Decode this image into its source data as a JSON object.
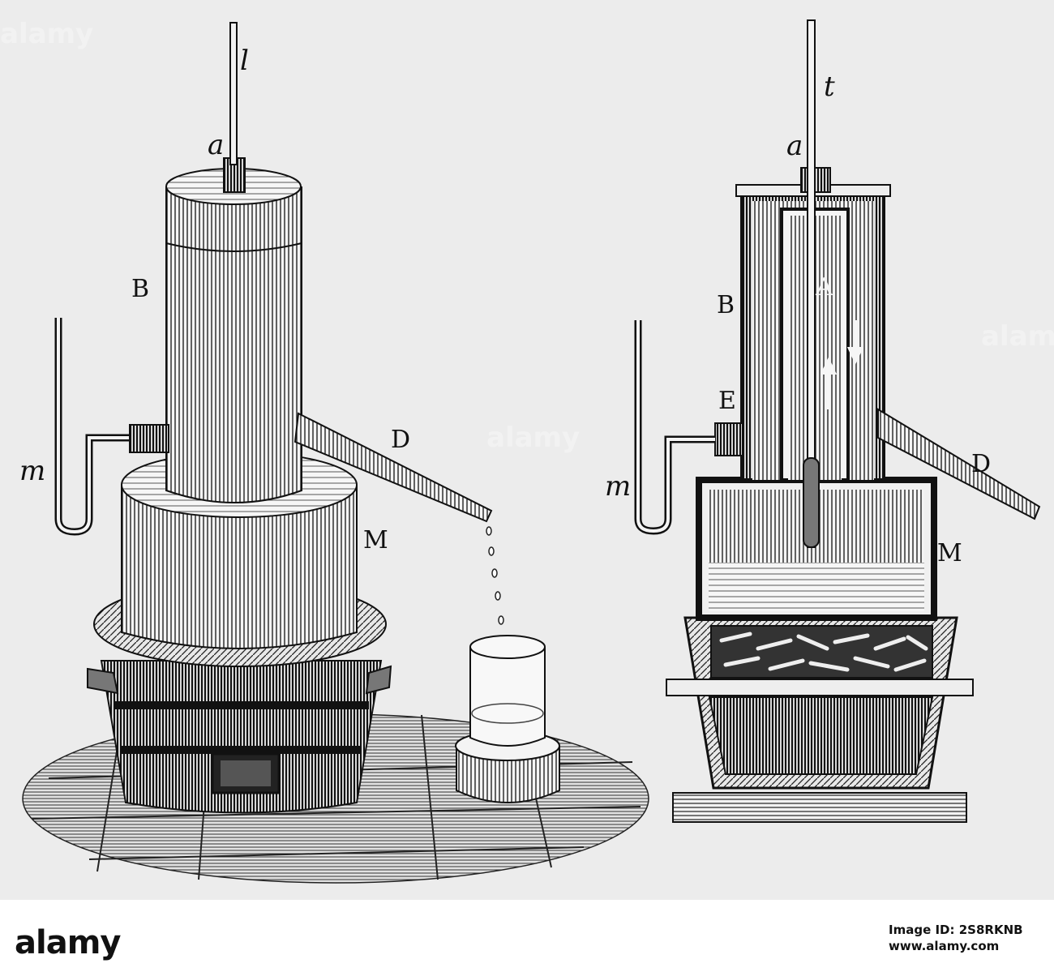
{
  "labels": {
    "left": {
      "l": "l",
      "a": "a",
      "B": "B",
      "D": "D",
      "M": "M",
      "m": "m"
    },
    "right": {
      "t": "t",
      "a": "a",
      "A": "A",
      "B": "B",
      "E": "E",
      "D": "D",
      "M": "M",
      "m": "m"
    }
  },
  "footer": {
    "brand": "alamy",
    "image_id_label": "Image ID: 2S8RKNB",
    "site": "www.alamy.com"
  },
  "watermark": "alamy",
  "colors": {
    "ink": "#111111",
    "paper": "#ececec",
    "footer_bg": "#ffffff"
  }
}
